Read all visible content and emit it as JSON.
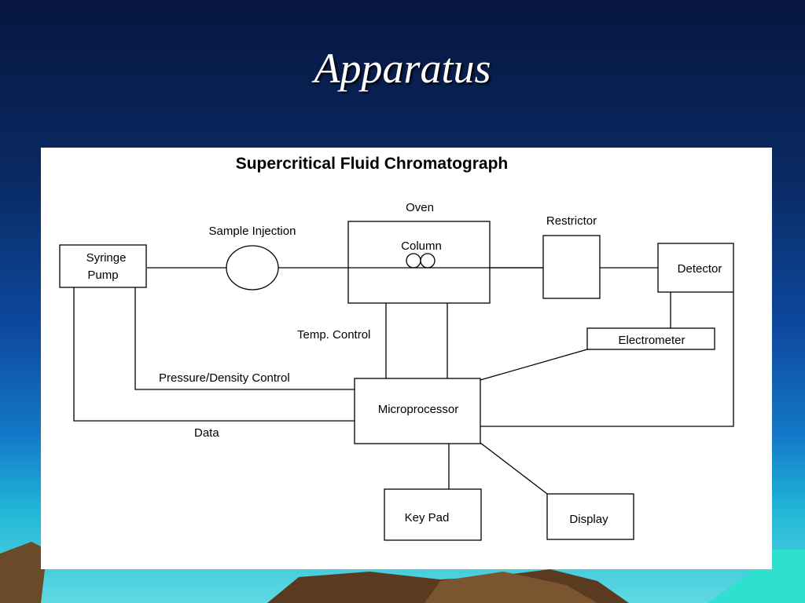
{
  "slide": {
    "title": "Apparatus"
  },
  "diagram": {
    "title": "Supercritical Fluid Chromatograph",
    "nodes": {
      "syringe_pump_line1": "Syringe",
      "syringe_pump_line2": "Pump",
      "sample_injection": "Sample Injection",
      "oven": "Oven",
      "column": "Column",
      "restrictor": "Restrictor",
      "detector": "Detector",
      "electrometer": "Electrometer",
      "microprocessor": "Microprocessor",
      "key_pad": "Key Pad",
      "display": "Display"
    },
    "edge_labels": {
      "temp_control": "Temp. Control",
      "pressure_density_control": "Pressure/Density Control",
      "data": "Data"
    }
  },
  "colors": {
    "background_top": "#06163f",
    "background_bottom": "#5fd9e0",
    "title_text": "#ffffff",
    "panel": "#ffffff",
    "diagram_line": "#000000"
  }
}
